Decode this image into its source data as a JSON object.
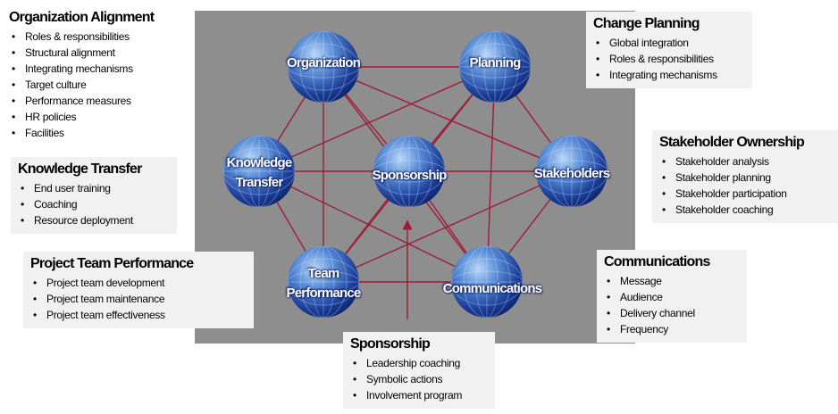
{
  "colors": {
    "panel": "#8e8e8e",
    "connector": "#a01b38",
    "sphere_light": "#9fc4f2",
    "sphere_dark": "#0d2878",
    "box_bg": "#f1f1f1"
  },
  "nodes": {
    "organization": {
      "label": "Organization"
    },
    "planning": {
      "label": "Planning"
    },
    "knowledge_transfer": {
      "line1": "Knowledge",
      "line2": "Transfer"
    },
    "sponsorship": {
      "label": "Sponsorship"
    },
    "stakeholders": {
      "label": "Stakeholders"
    },
    "team_performance": {
      "line1": "Team",
      "line2": "Performance"
    },
    "communications": {
      "label": "Communications"
    }
  },
  "boxes": {
    "organization_alignment": {
      "title": "Organization Alignment",
      "items": [
        "Roles & responsibilities",
        "Structural alignment",
        "Integrating mechanisms",
        "Target culture",
        "Performance measures",
        "HR policies",
        "Facilities"
      ]
    },
    "knowledge_transfer": {
      "title": "Knowledge Transfer",
      "items": [
        "End user training",
        "Coaching",
        "Resource deployment"
      ]
    },
    "project_team_performance": {
      "title": "Project Team Performance",
      "items": [
        "Project team development",
        "Project  team maintenance",
        "Project  team effectiveness"
      ]
    },
    "change_planning": {
      "title": "Change Planning",
      "items": [
        "Global integration",
        "Roles & responsibilities",
        "Integrating mechanisms"
      ]
    },
    "stakeholder_ownership": {
      "title": "Stakeholder Ownership",
      "items": [
        "Stakeholder analysis",
        "Stakeholder planning",
        "Stakeholder participation",
        "Stakeholder coaching"
      ]
    },
    "communications": {
      "title": "Communications",
      "items": [
        "Message",
        "Audience",
        "Delivery channel",
        "Frequency"
      ]
    },
    "sponsorship": {
      "title": "Sponsorship",
      "items": [
        "Leadership coaching",
        "Symbolic actions",
        "Involvement program"
      ]
    }
  }
}
